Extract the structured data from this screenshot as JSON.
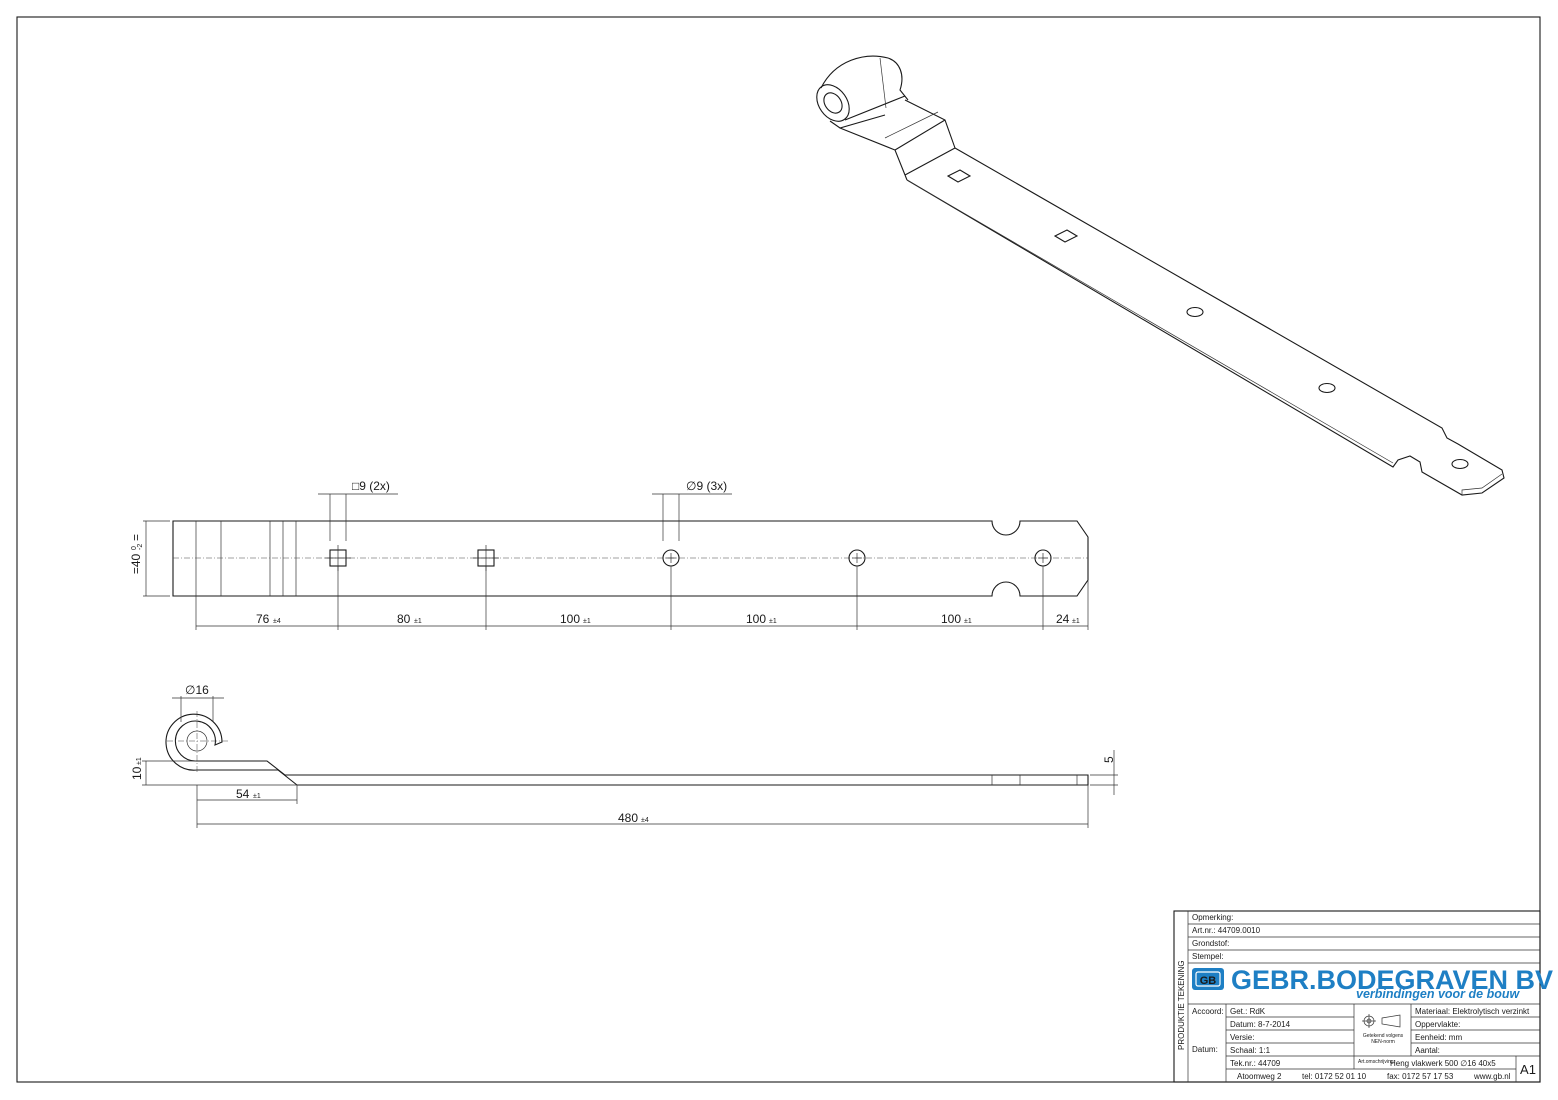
{
  "dimensions": {
    "width_label": "=40",
    "width_tol_upper": "0",
    "width_tol_lower": "-2",
    "width_tol_suffix": "=",
    "square_holes": "□9 (2x)",
    "round_holes": "∅9 (3x)",
    "seg1": "76",
    "seg1_tol": "±4",
    "seg2": "80",
    "seg2_tol": "±1",
    "seg3": "100",
    "seg3_tol": "±1",
    "seg4": "100",
    "seg4_tol": "±1",
    "seg5": "100",
    "seg5_tol": "±1",
    "seg6": "24",
    "seg6_tol": "±1",
    "eye_diameter": "∅16",
    "offset": "10",
    "offset_tol": "±1",
    "thickness": "5",
    "bend": "54",
    "bend_tol": "±1",
    "total": "480",
    "total_tol": "±4"
  },
  "title_block": {
    "side_label": "PRODUKTIE TEKENING",
    "opmerking": "Opmerking:",
    "art_nr": "Art.nr.:  44709.0010",
    "grondstof": "Grondstof:",
    "stempel": "Stempel:",
    "company": "GEBR.BODEGRAVEN BV",
    "tagline": "verbindingen voor de bouw",
    "logo_letters": "GB",
    "accoord": "Accoord:",
    "datum_label": "Datum:",
    "get": "Get.: RdK",
    "datum": "Datum: 8-7-2014",
    "versie": "Versie:",
    "schaal": "Schaal: 1:1",
    "tek_nr": "Tek.nr.: 44709",
    "norm_1": "Getekend volgens",
    "norm_2": "NEN-norm",
    "materiaal": "Materiaal: Elektrolytisch verzinkt",
    "oppervlakte": "Oppervlakte:",
    "eenheid": "Eenheid: mm",
    "aantal": "Aantal:",
    "art_omschrijving_label": "Art.omschrijving:",
    "art_omschrijving": "Heng vlakwerk 500  ∅16  40x5",
    "sheet_size": "A1",
    "address": "Atoomweg 2",
    "tel": "tel: 0172 52 01 10",
    "fax": "fax: 0172 57 17 53",
    "web": "www.gb.nl"
  },
  "colors": {
    "brand": "#1e7fc4",
    "line": "#1a1a1a"
  }
}
